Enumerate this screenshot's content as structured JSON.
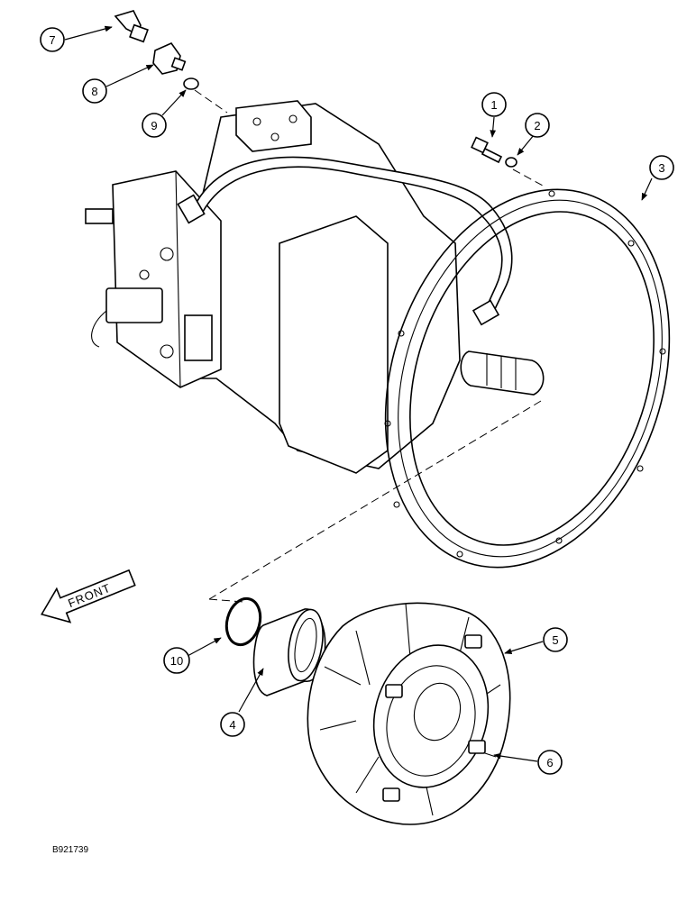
{
  "drawing": {
    "id": "B921739",
    "front_label": "FRONT"
  },
  "callouts": [
    "1",
    "2",
    "3",
    "4",
    "5",
    "6",
    "7",
    "8",
    "9",
    "10"
  ],
  "icons": {
    "front_arrow": "front-arrow-icon"
  }
}
